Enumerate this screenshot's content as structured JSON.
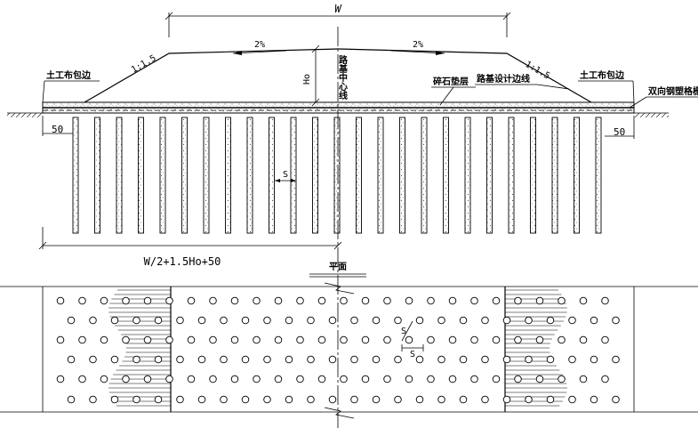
{
  "section": {
    "dim_top": "W",
    "slope_left_pct": "2%",
    "slope_right_pct": "2%",
    "side_slope_left": "1:1.5",
    "side_slope_right": "1:1.5",
    "height_label": "Ho",
    "centerline_label": "路基中心线",
    "geotextile_left": "土工布包边",
    "geotextile_right": "土工布包边",
    "gravel_layer": "碎石垫层",
    "design_edge": "路基设计边线",
    "geogrid": "双向钢塑格栅",
    "edge_left_dim": "50",
    "edge_right_dim": "50",
    "spacing_label": "S",
    "width_formula": "W/2+1.5Ho+50"
  },
  "plan": {
    "title": "平面",
    "spacing_diag": "S",
    "spacing_horiz": "S"
  },
  "colors": {
    "line": "#000000",
    "background": "#ffffff"
  }
}
